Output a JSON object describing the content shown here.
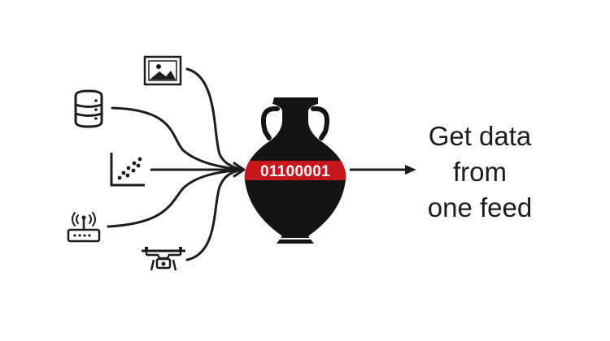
{
  "colors": {
    "ink": "#1c1c1c",
    "vessel": "#141414",
    "band": "#c8161d",
    "band_text": "#ffffff"
  },
  "sources": [
    {
      "icon": "image-icon"
    },
    {
      "icon": "database-icon"
    },
    {
      "icon": "scatter-chart-icon"
    },
    {
      "icon": "router-icon"
    },
    {
      "icon": "drone-icon"
    }
  ],
  "amphora": {
    "binary_label": "01100001"
  },
  "caption": {
    "line1": "Get data",
    "line2": "from",
    "line3": "one feed"
  }
}
